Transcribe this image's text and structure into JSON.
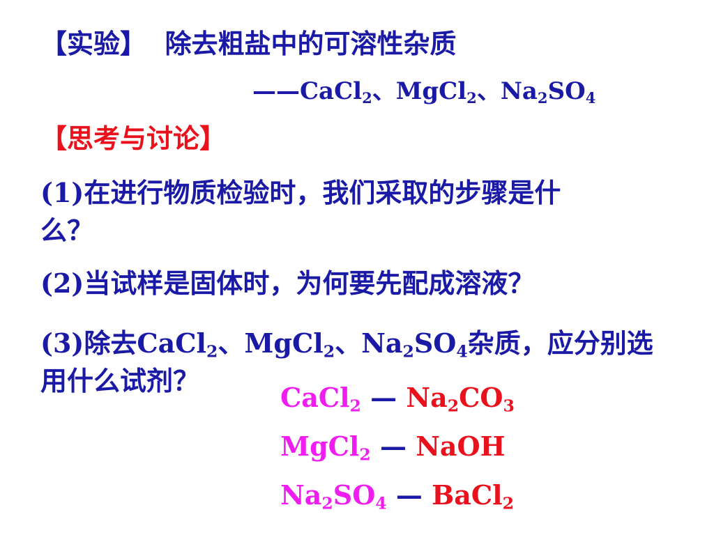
{
  "heading": {
    "experiment_tag": "【实验】",
    "experiment_title": "除去粗盐中的可溶性杂质",
    "impurities_dash": "——",
    "impurity_cacl": "CaCl",
    "impurity_mgcl": "MgCl",
    "impurity_na": "Na",
    "impurity_so": "SO",
    "sep": "、",
    "sub2": "2",
    "sub4": "4"
  },
  "discussion": {
    "tag": "【思考与讨论】",
    "q1_line1": "(1)在进行物质检验时，我们采取的步骤是什",
    "q1_line2": "么？",
    "q2": "(2)当试样是固体时，为何要先配成溶液？",
    "q3_prefix": "(3)除去",
    "q3_suffix": "杂质，应分别选",
    "q3_line2": "用什么试剂？"
  },
  "answers": {
    "dash": " — ",
    "a1_left": "CaCl",
    "a1_right_na": "Na",
    "a1_right_co": "CO",
    "a1_sub3": "3",
    "a2_left": "MgCl",
    "a2_right": "NaOH",
    "a3_left_na": "Na",
    "a3_left_so": "SO",
    "a3_right": "BaCl"
  },
  "colors": {
    "question_text": "#1a1aa6",
    "tag_red": "#e8111c",
    "answer_left_magenta": "#f01df0",
    "answer_right_red": "#e8111c"
  }
}
